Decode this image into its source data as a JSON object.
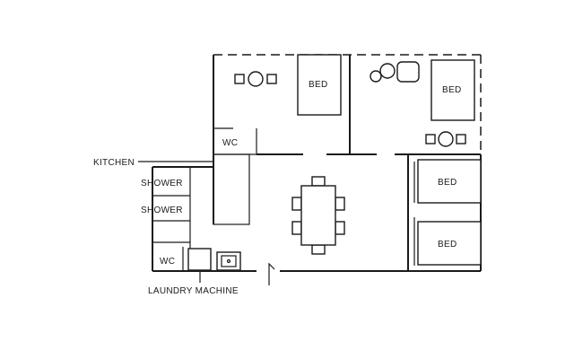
{
  "labels": {
    "kitchen": "KITCHEN",
    "shower_1": "SHOWER",
    "shower_2": "SHOWER",
    "wc_upper": "WC",
    "wc_lower": "WC",
    "laundry": "LAUNDRY MACHINE",
    "bed_top_left": "BED",
    "bed_top_right": "BED",
    "bed_mid_right": "BED",
    "bed_bottom_right": "BED"
  },
  "colors": {
    "line": "#1a1a1a",
    "background": "#ffffff"
  }
}
